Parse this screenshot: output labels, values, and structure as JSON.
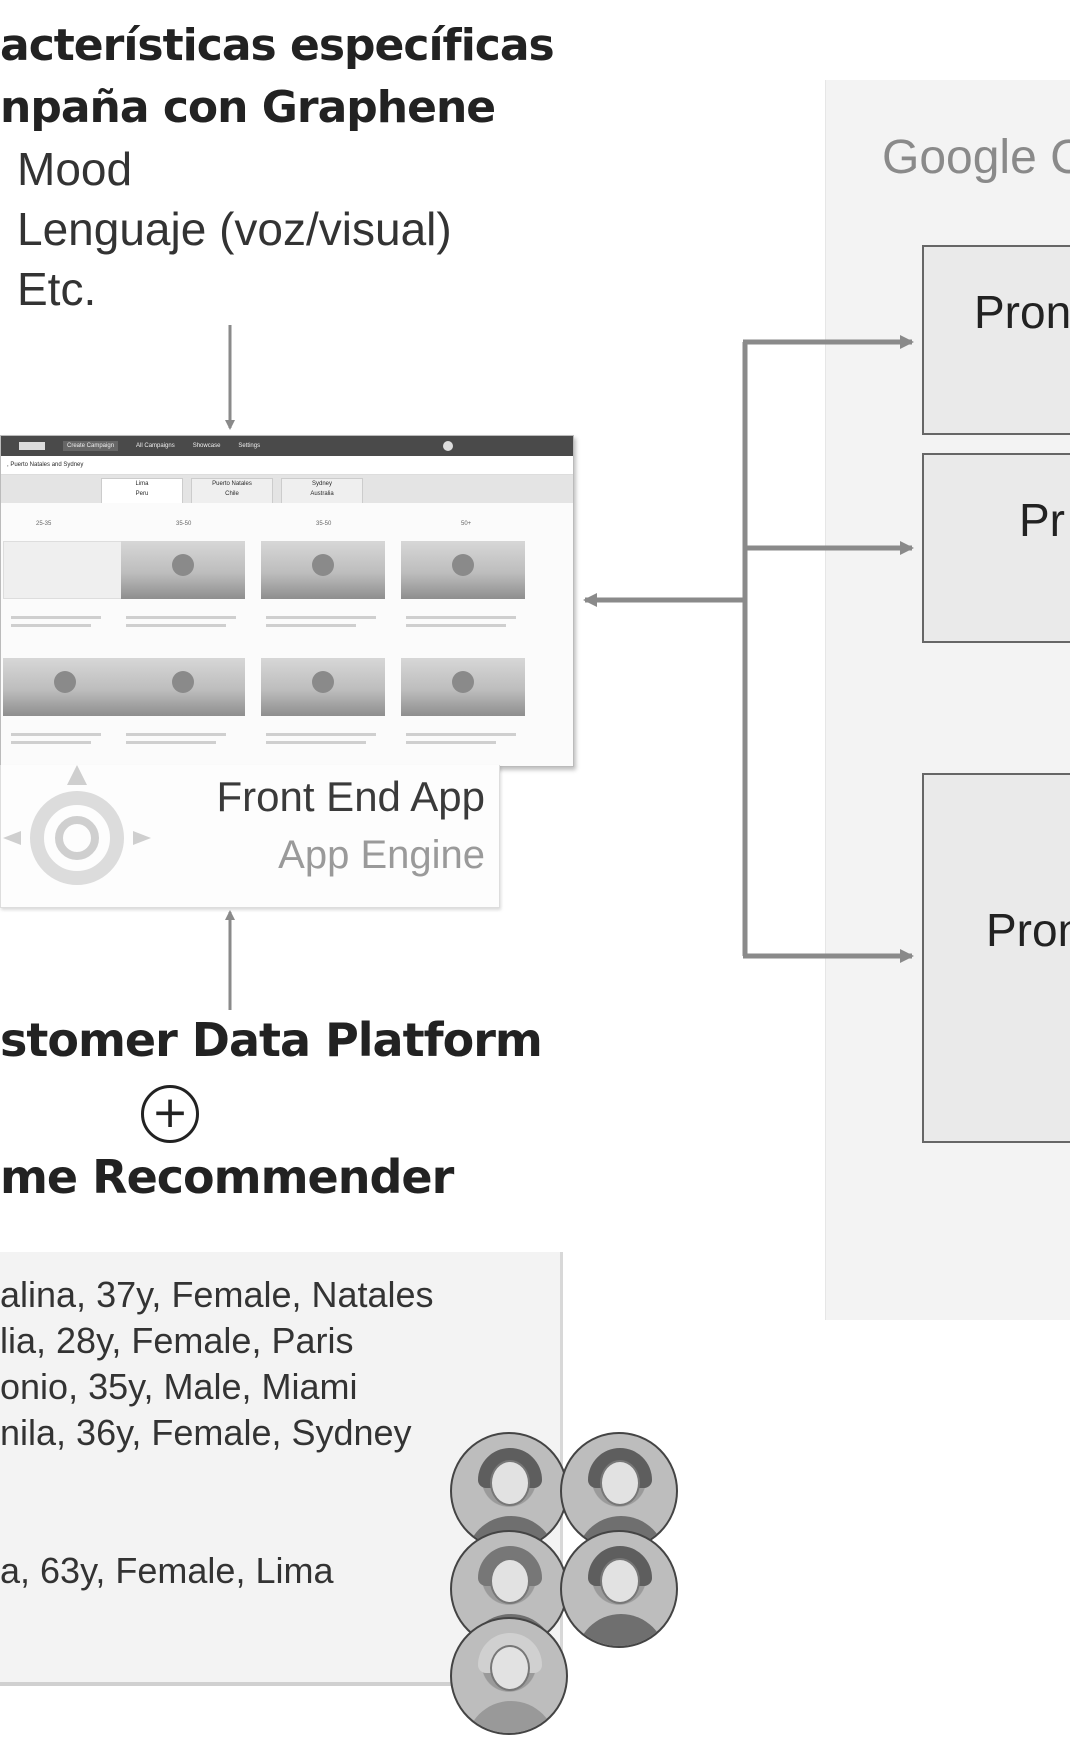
{
  "campaign": {
    "heading_line1": "acterísticas específicas",
    "heading_line2": "npaña con Graphene",
    "items": [
      "Mood",
      "Lenguaje (voz/visual)",
      "Etc."
    ]
  },
  "gcp": {
    "logo": "Google C",
    "prompt_boxes": [
      "Pron",
      "Pr",
      "Pron"
    ]
  },
  "app_screenshot": {
    "nav": [
      "Create Campaign",
      "All Campaigns",
      "Showcase",
      "Settings"
    ],
    "breadcrumb": ", Puerto Natales and Sydney",
    "tabs": [
      {
        "name": "Lima",
        "sub": "Peru"
      },
      {
        "name": "Puerto Natales",
        "sub": "Chile"
      },
      {
        "name": "Sydney",
        "sub": "Australia"
      }
    ],
    "columns": [
      "25-35",
      "35-50",
      "35-50",
      "50+"
    ]
  },
  "frontend": {
    "title": "Front End App",
    "subtitle": "App Engine",
    "icon": "app-engine-icon"
  },
  "cdp": {
    "line1": "stomer Data Platform",
    "plus": "+",
    "line2": "me Recommender"
  },
  "customers": [
    "alina, 37y, Female, Natales",
    "lia, 28y, Female, Paris",
    "onio, 35y, Male, Miami",
    "nila, 36y, Female, Sydney",
    "a, 63y, Female, Lima"
  ],
  "colors": {
    "arrow": "#8a8a8a",
    "panel": "#f3f3f3",
    "prompt_box": "#eaeaea"
  }
}
